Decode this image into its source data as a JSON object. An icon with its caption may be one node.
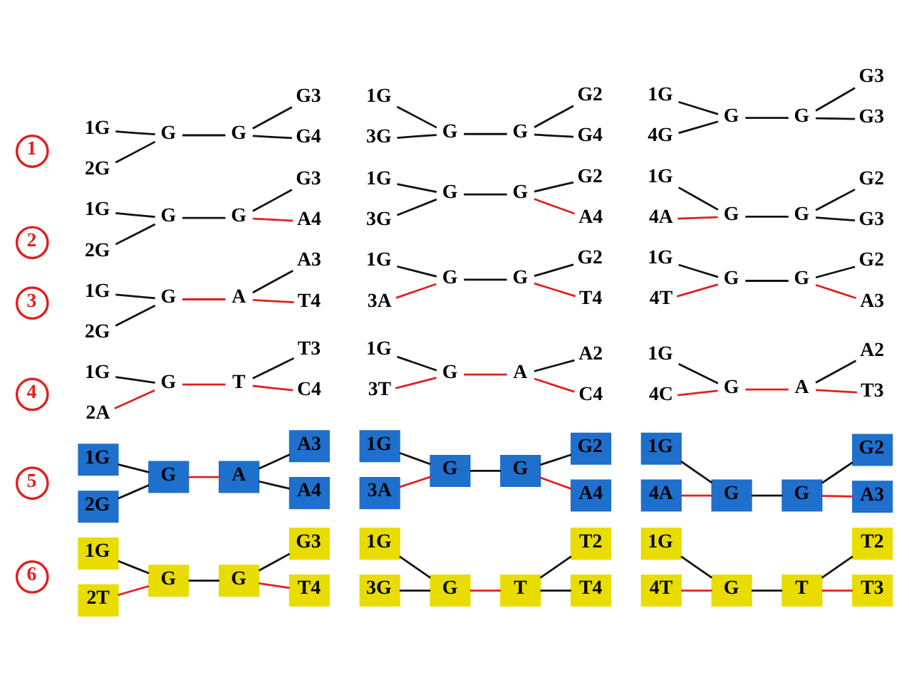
{
  "diagram": {
    "nodes": [
      {
        "text": [
          "6"
        ]
      },
      {
        "text": [
          "1G"
        ]
      },
      {
        "text": [
          "2T"
        ]
      },
      {
        "text": [
          "G"
        ]
      },
      {
        "text": [
          "G"
        ]
      },
      {
        "text": [
          "G3"
        ]
      },
      {
        "text": [
          "T4"
        ]
      },
      {
        "text": [
          "1G"
        ]
      },
      {
        "text": [
          "3G"
        ]
      },
      {
        "text": [
          "G"
        ]
      },
      {
        "text": [
          "T"
        ]
      },
      {
        "text": [
          "T2"
        ]
      },
      {
        "text": [
          "T4"
        ]
      },
      {
        "text": [
          "1G"
        ]
      },
      {
        "text": [
          "4T"
        ]
      },
      {
        "text": [
          "G"
        ]
      },
      {
        "text": [
          "T"
        ]
      },
      {
        "text": [
          "T2"
        ]
      },
      {
        "text": [
          "T3"
        ]
      },
      {
        "text": [
          "5"
        ]
      },
      {
        "text": [
          "1G"
        ]
      },
      {
        "text": [
          "2G"
        ]
      },
      {
        "text": [
          "G"
        ]
      },
      {
        "text": [
          "A"
        ]
      },
      {
        "text": [
          "A3"
        ]
      },
      {
        "text": [
          "A4"
        ]
      },
      {
        "text": [
          "1G"
        ]
      },
      {
        "text": [
          "3A"
        ]
      },
      {
        "text": [
          "G"
        ]
      },
      {
        "text": [
          "G"
        ]
      },
      {
        "text": [
          "G2"
        ]
      },
      {
        "text": [
          "A4"
        ]
      },
      {
        "text": [
          "1G"
        ]
      },
      {
        "text": [
          "4A"
        ]
      },
      {
        "text": [
          "G"
        ]
      },
      {
        "text": [
          "G"
        ]
      },
      {
        "text": [
          "G2"
        ]
      },
      {
        "text": [
          "A3"
        ]
      },
      {
        "text": [
          "4"
        ]
      },
      {
        "text": [
          "1G"
        ]
      },
      {
        "text": [
          "2A"
        ]
      },
      {
        "text": [
          "G"
        ]
      },
      {
        "text": [
          "T"
        ]
      },
      {
        "text": [
          "T3"
        ]
      },
      {
        "text": [
          "C4"
        ]
      },
      {
        "text": [
          "1G"
        ]
      },
      {
        "text": [
          "3T"
        ]
      },
      {
        "text": [
          "G"
        ]
      },
      {
        "text": [
          "A"
        ]
      },
      {
        "text": [
          "A2"
        ]
      },
      {
        "text": [
          "C4"
        ]
      },
      {
        "text": [
          "1G"
        ]
      },
      {
        "text": [
          "4C"
        ]
      },
      {
        "text": [
          "G"
        ]
      },
      {
        "text": [
          "A"
        ]
      },
      {
        "text": [
          "A2"
        ]
      },
      {
        "text": [
          "T3"
        ]
      },
      {
        "text": [
          "3"
        ]
      },
      {
        "text": [
          "1G"
        ]
      },
      {
        "text": [
          "2G"
        ]
      },
      {
        "text": [
          "G"
        ]
      },
      {
        "text": [
          "A"
        ]
      },
      {
        "text": [
          "A3"
        ]
      },
      {
        "text": [
          "T4"
        ]
      },
      {
        "text": [
          "1G"
        ]
      },
      {
        "text": [
          "3A"
        ]
      },
      {
        "text": [
          "G"
        ]
      },
      {
        "text": [
          "G"
        ]
      },
      {
        "text": [
          "G2"
        ]
      },
      {
        "text": [
          "T4"
        ]
      },
      {
        "text": [
          "1G"
        ]
      },
      {
        "text": [
          "4T"
        ]
      },
      {
        "text": [
          "G"
        ]
      },
      {
        "text": [
          "G"
        ]
      },
      {
        "text": [
          "G2"
        ]
      },
      {
        "text": [
          "A3"
        ]
      },
      {
        "text": [
          "2"
        ]
      },
      {
        "text": [
          "1G"
        ]
      },
      {
        "text": [
          "2G"
        ]
      },
      {
        "text": [
          "G"
        ]
      },
      {
        "text": [
          "G"
        ]
      },
      {
        "text": [
          "G3"
        ]
      },
      {
        "text": [
          "A4"
        ]
      },
      {
        "text": [
          "1G"
        ]
      },
      {
        "text": [
          "3G"
        ]
      },
      {
        "text": [
          "G"
        ]
      },
      {
        "text": [
          "G"
        ]
      },
      {
        "text": [
          "G2"
        ]
      },
      {
        "text": [
          "A4"
        ]
      },
      {
        "text": [
          "1G"
        ]
      },
      {
        "text": [
          "4A"
        ]
      },
      {
        "text": [
          "G"
        ]
      },
      {
        "text": [
          "G"
        ]
      },
      {
        "text": [
          "G2"
        ]
      },
      {
        "text": [
          "G3"
        ]
      },
      {
        "text": [
          "1"
        ]
      },
      {
        "text": [
          "1G"
        ]
      },
      {
        "text": [
          "2G"
        ]
      },
      {
        "text": [
          "G"
        ]
      },
      {
        "text": [
          "G"
        ]
      },
      {
        "text": [
          "G3"
        ]
      },
      {
        "text": [
          "G4"
        ]
      },
      {
        "text": [
          "1G"
        ]
      },
      {
        "text": [
          "3G"
        ]
      },
      {
        "text": [
          "G"
        ]
      },
      {
        "text": [
          "G"
        ]
      },
      {
        "text": [
          "G2"
        ]
      },
      {
        "text": [
          "G4"
        ]
      },
      {
        "text": [
          "1G"
        ]
      },
      {
        "text": [
          "4G"
        ]
      },
      {
        "text": [
          "G"
        ]
      },
      {
        "text": [
          "G"
        ]
      },
      {
        "text": [
          "G3"
        ]
      },
      {
        "text": [
          "G3"
        ]
      }
    ],
    "edges": [
      {
        "from": 1,
        "to": 3,
        "arrow": "none"
      },
      {
        "from": 2,
        "to": 3,
        "arrow": "none",
        "color": "#e02020"
      },
      {
        "from": 3,
        "to": 4,
        "arrow": "none"
      },
      {
        "from": 4,
        "to": 5,
        "arrow": "none"
      },
      {
        "from": 4,
        "to": 6,
        "arrow": "none",
        "color": "#e02020"
      },
      {
        "from": 7,
        "to": 9,
        "arrow": "none"
      },
      {
        "from": 8,
        "to": 9,
        "arrow": "none"
      },
      {
        "from": 9,
        "to": 10,
        "arrow": "none",
        "color": "#e02020"
      },
      {
        "from": 10,
        "to": 11,
        "arrow": "none"
      },
      {
        "from": 10,
        "to": 12,
        "arrow": "none"
      },
      {
        "from": 13,
        "to": 15,
        "arrow": "none"
      },
      {
        "from": 14,
        "to": 15,
        "arrow": "none",
        "color": "#e02020"
      },
      {
        "from": 15,
        "to": 16,
        "arrow": "none"
      },
      {
        "from": 16,
        "to": 17,
        "arrow": "none"
      },
      {
        "from": 16,
        "to": 18,
        "arrow": "none",
        "color": "#e02020"
      },
      {
        "from": 20,
        "to": 22,
        "arrow": "none"
      },
      {
        "from": 21,
        "to": 22,
        "arrow": "none"
      },
      {
        "from": 22,
        "to": 23,
        "arrow": "none",
        "color": "#e02020"
      },
      {
        "from": 23,
        "to": 24,
        "arrow": "none"
      },
      {
        "from": 23,
        "to": 25,
        "arrow": "none"
      },
      {
        "from": 26,
        "to": 28,
        "arrow": "none"
      },
      {
        "from": 27,
        "to": 28,
        "arrow": "none",
        "color": "#e02020"
      },
      {
        "from": 28,
        "to": 29,
        "arrow": "none"
      },
      {
        "from": 29,
        "to": 30,
        "arrow": "none"
      },
      {
        "from": 29,
        "to": 31,
        "arrow": "none",
        "color": "#e02020"
      },
      {
        "from": 32,
        "to": 34,
        "arrow": "none"
      },
      {
        "from": 33,
        "to": 34,
        "arrow": "none",
        "color": "#e02020"
      },
      {
        "from": 34,
        "to": 35,
        "arrow": "none"
      },
      {
        "from": 35,
        "to": 36,
        "arrow": "none"
      },
      {
        "from": 35,
        "to": 37,
        "arrow": "none",
        "color": "#e02020"
      },
      {
        "from": 39,
        "to": 41,
        "arrow": "none"
      },
      {
        "from": 40,
        "to": 41,
        "arrow": "none",
        "color": "#e02020"
      },
      {
        "from": 41,
        "to": 42,
        "arrow": "none",
        "color": "#e02020"
      },
      {
        "from": 42,
        "to": 43,
        "arrow": "none"
      },
      {
        "from": 42,
        "to": 44,
        "arrow": "none",
        "color": "#e02020"
      },
      {
        "from": 45,
        "to": 47,
        "arrow": "none"
      },
      {
        "from": 46,
        "to": 47,
        "arrow": "none",
        "color": "#e02020"
      },
      {
        "from": 47,
        "to": 48,
        "arrow": "none",
        "color": "#e02020"
      },
      {
        "from": 48,
        "to": 49,
        "arrow": "none"
      },
      {
        "from": 48,
        "to": 50,
        "arrow": "none",
        "color": "#e02020"
      },
      {
        "from": 51,
        "to": 53,
        "arrow": "none"
      },
      {
        "from": 52,
        "to": 53,
        "arrow": "none",
        "color": "#e02020"
      },
      {
        "from": 53,
        "to": 54,
        "arrow": "none",
        "color": "#e02020"
      },
      {
        "from": 54,
        "to": 55,
        "arrow": "none"
      },
      {
        "from": 54,
        "to": 56,
        "arrow": "none",
        "color": "#e02020"
      },
      {
        "from": 58,
        "to": 60,
        "arrow": "none"
      },
      {
        "from": 59,
        "to": 60,
        "arrow": "none"
      },
      {
        "from": 60,
        "to": 61,
        "arrow": "none",
        "color": "#e02020"
      },
      {
        "from": 61,
        "to": 62,
        "arrow": "none"
      },
      {
        "from": 61,
        "to": 63,
        "arrow": "none",
        "color": "#e02020"
      },
      {
        "from": 64,
        "to": 66,
        "arrow": "none"
      },
      {
        "from": 65,
        "to": 66,
        "arrow": "none",
        "color": "#e02020"
      },
      {
        "from": 66,
        "to": 67,
        "arrow": "none"
      },
      {
        "from": 67,
        "to": 68,
        "arrow": "none"
      },
      {
        "from": 67,
        "to": 69,
        "arrow": "none",
        "color": "#e02020"
      },
      {
        "from": 70,
        "to": 72,
        "arrow": "none"
      },
      {
        "from": 71,
        "to": 72,
        "arrow": "none",
        "color": "#e02020"
      },
      {
        "from": 72,
        "to": 73,
        "arrow": "none"
      },
      {
        "from": 73,
        "to": 74,
        "arrow": "none"
      },
      {
        "from": 73,
        "to": 75,
        "arrow": "none",
        "color": "#e02020"
      },
      {
        "from": 77,
        "to": 79,
        "arrow": "none"
      },
      {
        "from": 78,
        "to": 79,
        "arrow": "none"
      },
      {
        "from": 79,
        "to": 80,
        "arrow": "none"
      },
      {
        "from": 80,
        "to": 81,
        "arrow": "none"
      },
      {
        "from": 80,
        "to": 82,
        "arrow": "none",
        "color": "#e02020"
      },
      {
        "from": 83,
        "to": 85,
        "arrow": "none"
      },
      {
        "from": 84,
        "to": 85,
        "arrow": "none"
      },
      {
        "from": 85,
        "to": 86,
        "arrow": "none"
      },
      {
        "from": 86,
        "to": 87,
        "arrow": "none"
      },
      {
        "from": 86,
        "to": 88,
        "arrow": "none",
        "color": "#e02020"
      },
      {
        "from": 89,
        "to": 91,
        "arrow": "none"
      },
      {
        "from": 90,
        "to": 91,
        "arrow": "none",
        "color": "#e02020"
      },
      {
        "from": 91,
        "to": 92,
        "arrow": "none"
      },
      {
        "from": 92,
        "to": 93,
        "arrow": "none"
      },
      {
        "from": 92,
        "to": 94,
        "arrow": "none"
      },
      {
        "from": 96,
        "to": 98,
        "arrow": "none"
      },
      {
        "from": 97,
        "to": 98,
        "arrow": "none"
      },
      {
        "from": 98,
        "to": 99,
        "arrow": "none"
      },
      {
        "from": 99,
        "to": 100,
        "arrow": "none"
      },
      {
        "from": 99,
        "to": 101,
        "arrow": "none"
      },
      {
        "from": 102,
        "to": 104,
        "arrow": "none"
      },
      {
        "from": 103,
        "to": 104,
        "arrow": "none"
      },
      {
        "from": 104,
        "to": 105,
        "arrow": "none"
      },
      {
        "from": 105,
        "to": 106,
        "arrow": "none"
      },
      {
        "from": 105,
        "to": 107,
        "arrow": "none"
      },
      {
        "from": 108,
        "to": 110,
        "arrow": "none"
      },
      {
        "from": 109,
        "to": 110,
        "arrow": "none"
      },
      {
        "from": 110,
        "to": 111,
        "arrow": "none"
      },
      {
        "from": 111,
        "to": 112,
        "arrow": "none"
      },
      {
        "from": 111,
        "to": 113,
        "arrow": "none"
      }
    ]
  }
}
